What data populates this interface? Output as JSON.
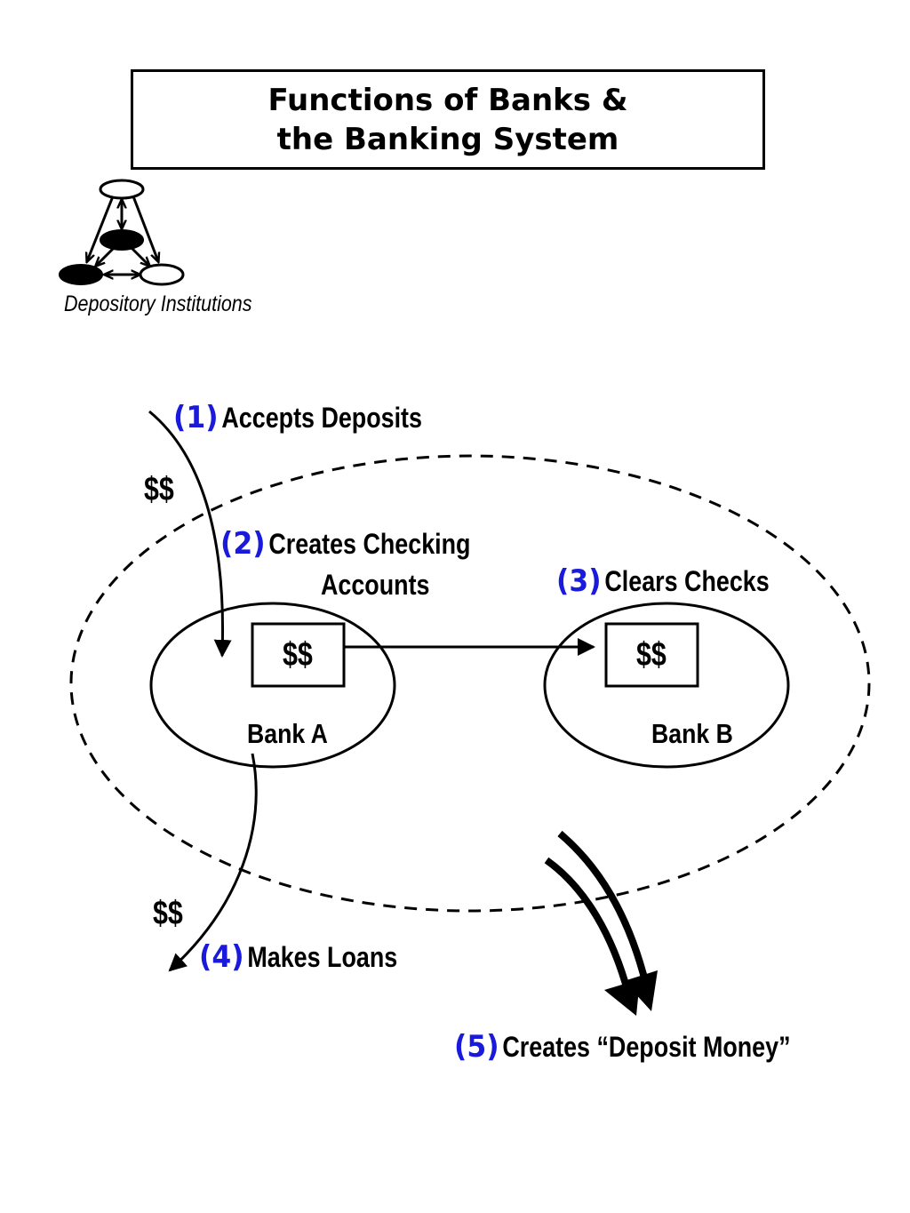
{
  "title": {
    "line1": "Functions of Banks &",
    "line2": "the Banking System"
  },
  "logo": {
    "icon": "depository-institutions-network-icon",
    "caption": "Depository Institutions"
  },
  "functions": [
    {
      "number": "(1)",
      "text": "Accepts Deposits"
    },
    {
      "number": "(2)",
      "text": "Creates Checking",
      "text2": "Accounts"
    },
    {
      "number": "(3)",
      "text": "Clears Checks"
    },
    {
      "number": "(4)",
      "text": "Makes Loans"
    },
    {
      "number": "(5)",
      "text": "Creates “Deposit Money”"
    }
  ],
  "banks": {
    "a": {
      "label": "Bank A",
      "account": "$$"
    },
    "b": {
      "label": "Bank B",
      "account": "$$"
    }
  },
  "flows": {
    "deposit_money": "$$",
    "loan_money": "$$"
  },
  "colors": {
    "number_accent": "#1a1adc",
    "ink": "#000000"
  }
}
